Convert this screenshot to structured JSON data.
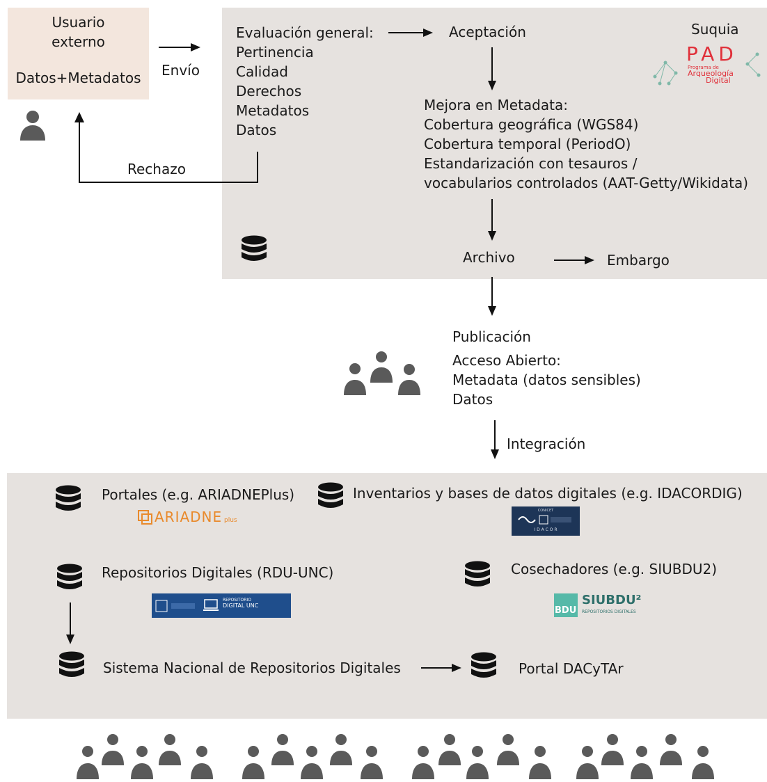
{
  "user": {
    "title_line1": "Usuario",
    "title_line2": "externo",
    "content": "Datos+Metadatos"
  },
  "flow": {
    "envio": "Envío",
    "rechazo": "Rechazo",
    "integracion": "Integración"
  },
  "evaluation": {
    "title": "Evaluación general:",
    "items": [
      "Pertinencia",
      "Calidad",
      "Derechos",
      "Metadatos",
      "Datos"
    ]
  },
  "acceptance": "Aceptación",
  "suquia": {
    "name": "Suquia",
    "logo_letters": "PAD",
    "logo_line1": "Programa de",
    "logo_line2": "Arqueología",
    "logo_line3": "Digital"
  },
  "metadata_improvement": {
    "title": "Mejora en Metadata:",
    "items": [
      "Cobertura geográfica (WGS84)",
      "Cobertura temporal (PeriodO)",
      "Estandarización con tesauros /",
      "vocabularios controlados (AAT-Getty/Wikidata)"
    ]
  },
  "archive": "Archivo",
  "embargo": "Embargo",
  "publication": {
    "title": "Publicación",
    "items": [
      "Acceso Abierto:",
      "Metadata (datos sensibles)",
      "Datos"
    ]
  },
  "integrations": {
    "portales": "Portales (e.g. ARIADNEPlus)",
    "inventarios": "Inventarios y bases de datos digitales (e.g. IDACORDIG)",
    "repositorios": "Repositorios Digitales (RDU-UNC)",
    "cosechadores": "Cosechadores (e.g. SIUBDU2)",
    "sistema_nacional": "Sistema Nacional de Repositorios Digitales",
    "dacytar": "Portal DACyTAr"
  },
  "logos": {
    "ariadne_main": "ARIADNE",
    "ariadne_sub": "plus",
    "idacor": "I D A C O R",
    "idacor_top": "CONICET",
    "rdu_line1": "REPOSITORIO",
    "rdu_line2": "DIGITAL UNC",
    "siubdu_main": "SIUBDU²",
    "siubdu_sub": "REPOSITORIOS DIGITALES",
    "bdu": "BDU"
  },
  "colors": {
    "user_box": "#f3e6dd",
    "panel": "#e6e2df",
    "icon": "#5a5a5a",
    "db_icon": "#111111",
    "pad_red": "#e0303a",
    "ariadne_orange": "#e98a2c",
    "idacor_navy": "#1d3557",
    "rdu_blue": "#1f4e8c",
    "siubdu_green": "#56b9a8"
  },
  "icons": [
    "person-icon",
    "database-icon",
    "arrow-icon"
  ]
}
